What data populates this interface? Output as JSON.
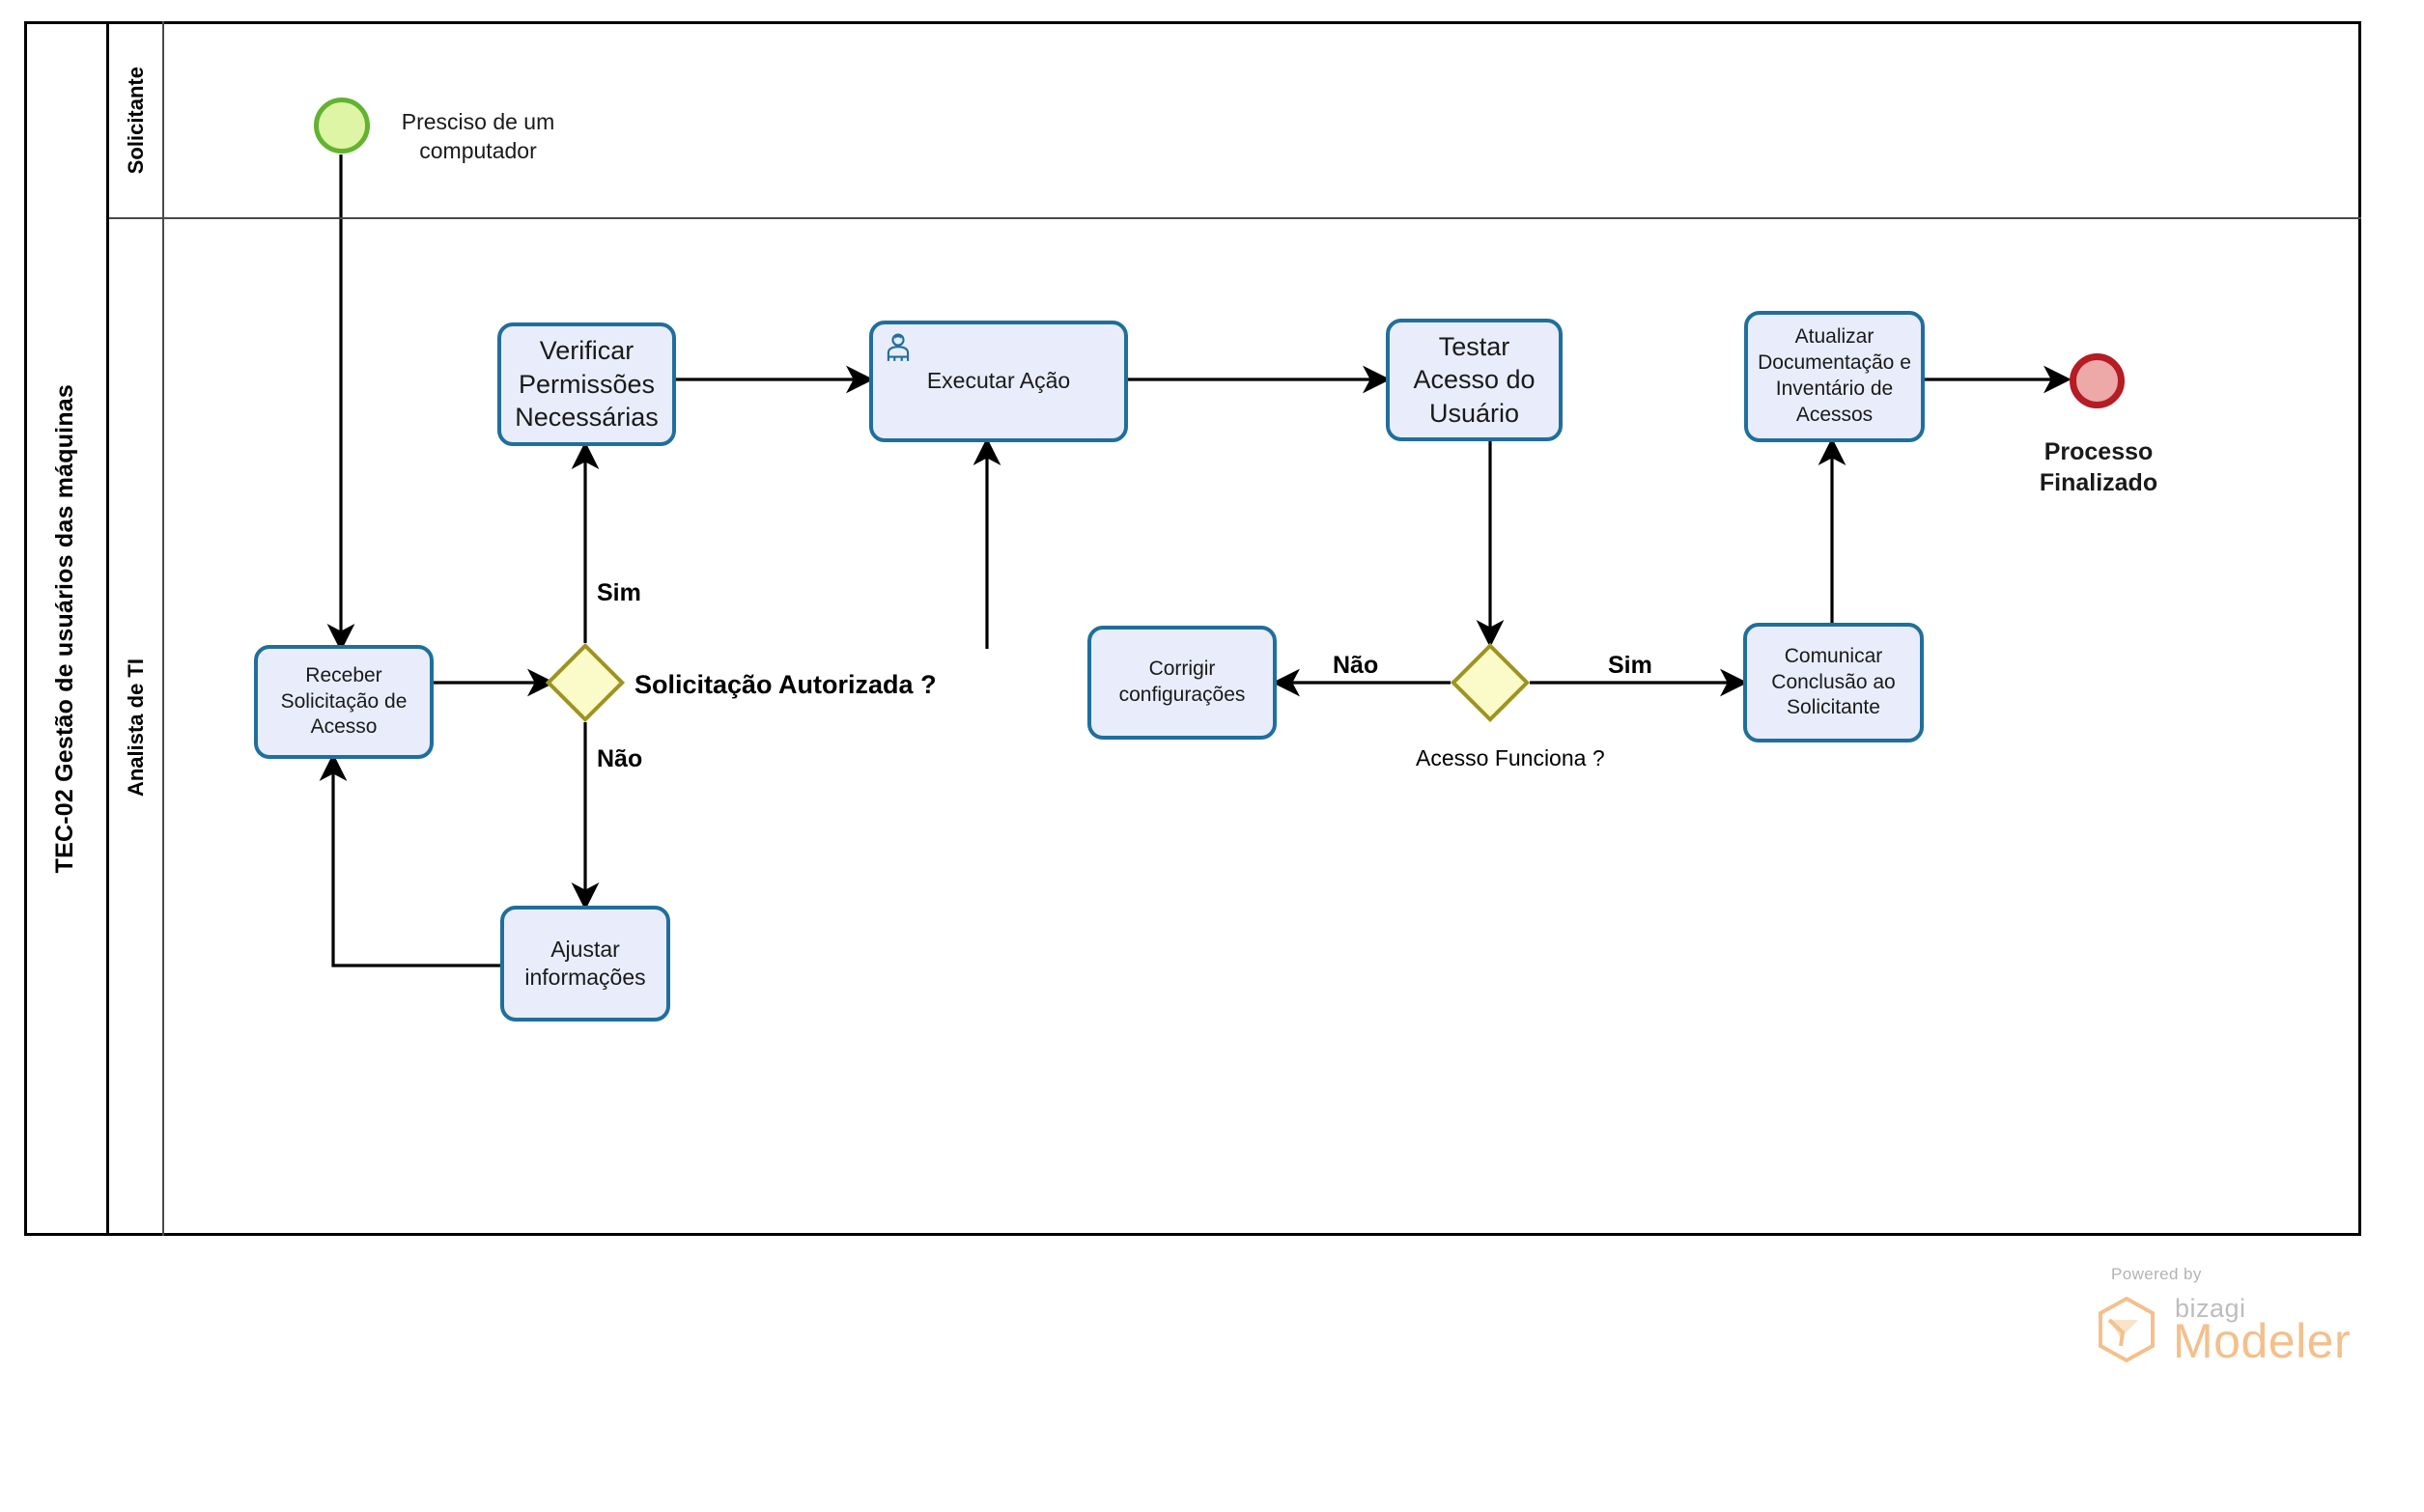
{
  "diagram": {
    "type": "bpmn-process-diagram",
    "pool": {
      "label": "TEC-02 Gestão de usuários das máquinas"
    },
    "lanes": [
      {
        "id": "solicitante",
        "label": "Solicitante"
      },
      {
        "id": "analista",
        "label": "Analista de TI"
      }
    ],
    "events": [
      {
        "id": "start",
        "kind": "start-event",
        "label": "Presciso de um computador",
        "lane": "solicitante",
        "fill": "#ddf5a5",
        "stroke": "#63b330"
      },
      {
        "id": "end",
        "kind": "end-event",
        "label": "Processo Finalizado",
        "lane": "analista",
        "fill": "#eda8a8",
        "stroke": "#b51c23"
      }
    ],
    "tasks": [
      {
        "id": "receber",
        "label": "Receber Solicitação de Acesso",
        "lane": "analista",
        "icon": "none"
      },
      {
        "id": "verificar",
        "label": "Verificar Permissões Necessárias",
        "lane": "analista",
        "icon": "none"
      },
      {
        "id": "executar",
        "label": "Executar Ação",
        "lane": "analista",
        "icon": "user-icon"
      },
      {
        "id": "testar",
        "label": "Testar Acesso do Usuário",
        "lane": "analista",
        "icon": "none"
      },
      {
        "id": "atualizar",
        "label": "Atualizar Documentação e Inventário de Acessos",
        "lane": "analista",
        "icon": "none"
      },
      {
        "id": "ajustar",
        "label": "Ajustar informações",
        "lane": "analista",
        "icon": "none"
      },
      {
        "id": "corrigir",
        "label": "Corrigir configurações",
        "lane": "analista",
        "icon": "none"
      },
      {
        "id": "comunicar",
        "label": "Comunicar Conclusão ao Solicitante",
        "lane": "analista",
        "icon": "none"
      }
    ],
    "gateways": [
      {
        "id": "gw1",
        "label": "Solicitação Autorizada ?",
        "lane": "analista",
        "fill": "#fbfbc9",
        "stroke": "#9e9320"
      },
      {
        "id": "gw2",
        "label": "Acesso Funciona ?",
        "lane": "analista",
        "fill": "#fbfbc9",
        "stroke": "#9e9320"
      }
    ],
    "flow_labels": {
      "gw1_sim": "Sim",
      "gw1_nao": "Não",
      "gw2_nao": "Não",
      "gw2_sim": "Sim"
    },
    "colors": {
      "task_fill": "#e9edfb",
      "task_stroke": "#1f6f9c",
      "gateway_fill": "#fbfbc9",
      "gateway_stroke": "#9e9320",
      "start_fill": "#ddf5a5",
      "start_stroke": "#63b330",
      "end_fill": "#eda8a8",
      "end_stroke": "#b51c23",
      "connector": "#000000",
      "pool_border": "#000000",
      "lane_border": "#4a4a4a"
    }
  },
  "branding": {
    "powered_by": "Powered by",
    "bizagi": "bizagi",
    "modeler": "Modeler"
  }
}
